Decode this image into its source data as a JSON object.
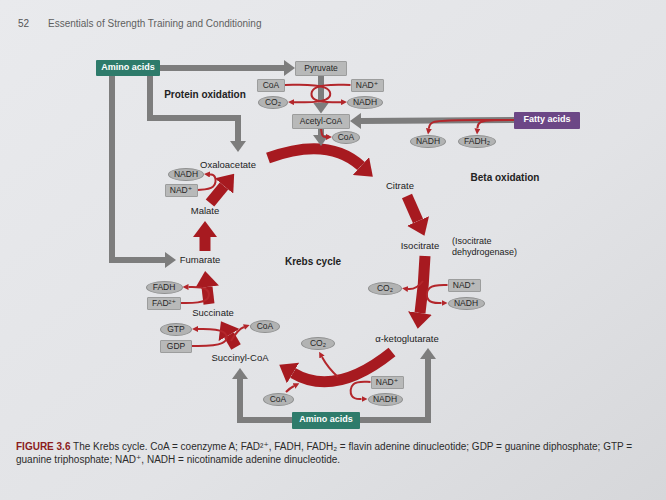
{
  "diagram": {
    "caption": "FIGURE 3.6 The Krebs cycle. CoA = coenzyme A; FAD²⁺, FADH, FADH₂ = flavin adenine dinucleotide; GDP = guanine diphosphate; GTP = guanine triphosphate; NAD⁺, NADH = nicotinamide adenine dinucleotide.",
    "nodes": [
      {
        "text": [
          "Amino acids"
        ]
      },
      {
        "text": [
          "Pyruvate"
        ]
      },
      {
        "text": [
          "CoA"
        ]
      },
      {
        "text": [
          "NAD⁺"
        ]
      },
      {
        "text": [
          "CO₂"
        ]
      },
      {
        "text": [
          "NADH"
        ]
      },
      {
        "text": [
          "Acetyl-CoA"
        ]
      },
      {
        "text": [
          "Fatty acids"
        ]
      },
      {
        "text": [
          "CoA"
        ]
      },
      {
        "text": [
          "NADH"
        ]
      },
      {
        "text": [
          "FADH₂"
        ]
      },
      {
        "text": [
          "NADH"
        ]
      },
      {
        "text": [
          "NAD⁺"
        ]
      },
      {
        "text": [
          "CO₂"
        ]
      },
      {
        "text": [
          "NAD⁺"
        ]
      },
      {
        "text": [
          "NADH"
        ]
      },
      {
        "text": [
          "FADH"
        ]
      },
      {
        "text": [
          "FAD²⁺"
        ]
      },
      {
        "text": [
          "CoA"
        ]
      },
      {
        "text": [
          "GTP"
        ]
      },
      {
        "text": [
          "GDP"
        ]
      },
      {
        "text": [
          "CO₂"
        ]
      },
      {
        "text": [
          "NAD⁺"
        ]
      },
      {
        "text": [
          "NADH"
        ]
      },
      {
        "text": [
          "CoA"
        ]
      },
      {
        "text": [
          "Amino acids"
        ]
      }
    ],
    "edges": [
      {
        "from": 0,
        "to": 1,
        "arrow": "to"
      },
      {
        "from": 1,
        "to": 6,
        "arrow": "to"
      },
      {
        "from": 2,
        "to": 4,
        "arrow": "to"
      },
      {
        "from": 3,
        "to": 5,
        "arrow": "to"
      },
      {
        "from": 7,
        "to": 6,
        "arrow": "to"
      },
      {
        "from": 6,
        "to": 8,
        "arrow": "to"
      },
      {
        "from": 7,
        "to": 9,
        "arrow": "to"
      },
      {
        "from": 7,
        "to": 10,
        "arrow": "to"
      },
      {
        "from": 12,
        "to": 11,
        "arrow": "to"
      },
      {
        "from": 14,
        "to": 15,
        "arrow": "to"
      },
      {
        "from": 17,
        "to": 16,
        "arrow": "to"
      },
      {
        "from": 20,
        "to": 19,
        "arrow": "to"
      },
      {
        "from": 22,
        "to": 23,
        "arrow": "to"
      }
    ],
    "labels": [
      "52",
      "Essentials of Strength Training and Conditioning",
      "Protein oxidation",
      "Oxaloacetate",
      "Citrate",
      "Beta oxidation",
      "Malate",
      "Isocitrate",
      "(Isocitrate dehydrogenase)",
      "Fumarate",
      "Krebs cycle",
      "Succinate",
      "α-ketoglutarate",
      "Succinyl-CoA"
    ]
  }
}
